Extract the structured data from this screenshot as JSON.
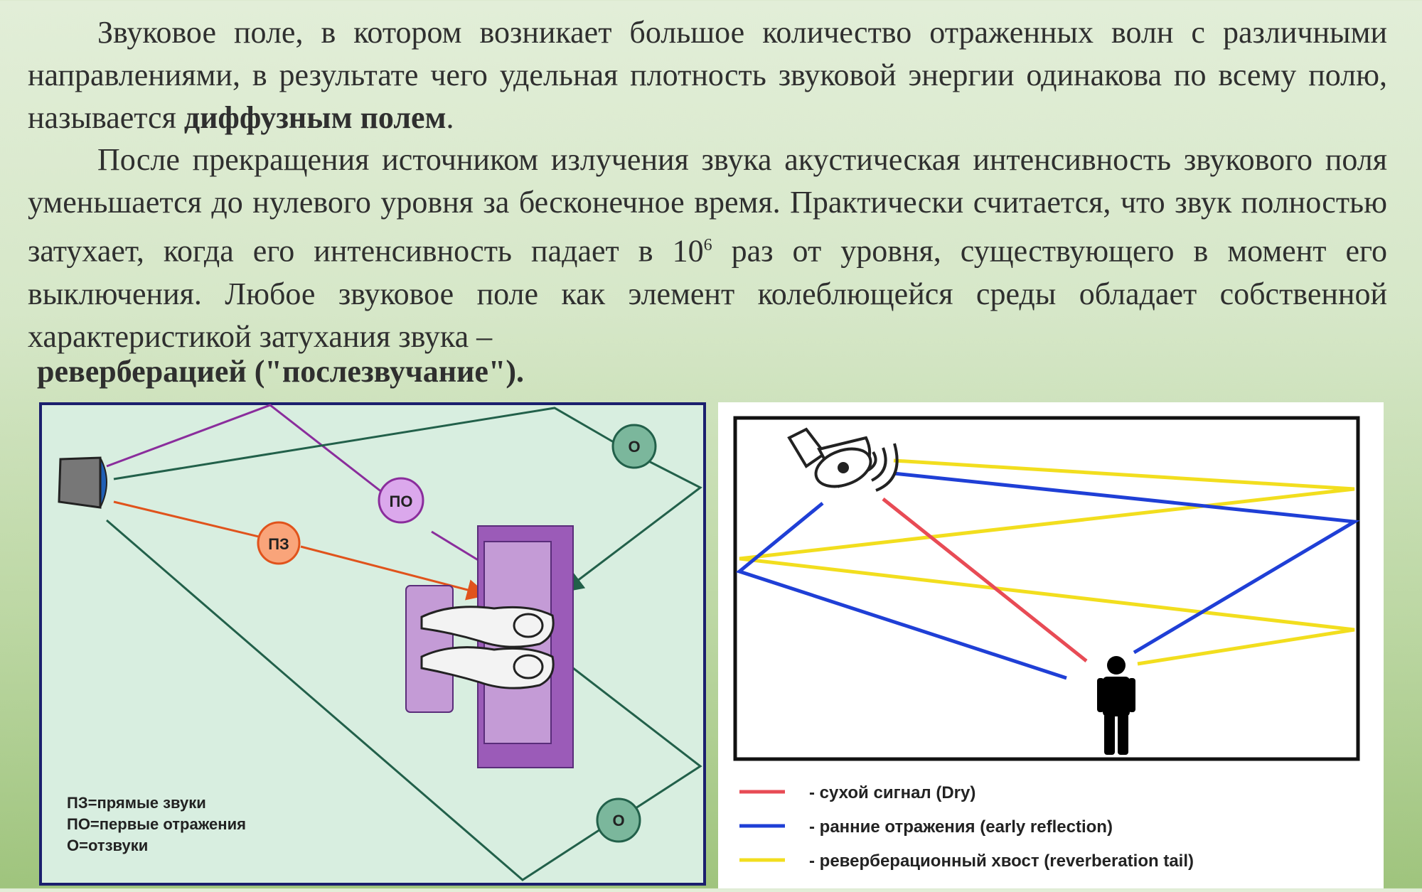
{
  "text": {
    "p1_a": "Звуковое поле, в котором возникает большое количество отраженных волн с различными направлениями, в результате чего удельная плотность звуковой энергии одинакова по всему полю, называется ",
    "p1_bold": "диффузным полем",
    "p1_end": ".",
    "p2_a": "После прекращения источником излучения звука акустическая интенсивность звукового поля уменьшается до нулевого уровня за бесконечное время. Практически считается, что звук полностью затухает, когда его интенсивность падает в 10",
    "p2_sup": "6",
    "p2_b": " раз от уровня, существующего в момент его выключения. Любое звуковое поле как элемент колеблющейся среды обладает собственной характеристикой затухания звука –",
    "p3_bold": "реверберацией (\"послезвучание\")."
  },
  "left_diagram": {
    "markers": {
      "direct": "ПЗ",
      "first_reflection": "ПО",
      "echo_top": "О",
      "echo_bottom": "О"
    },
    "legend": [
      "ПЗ=прямые звуки",
      "ПО=первые отражения",
      "О=отзвуки"
    ],
    "colors": {
      "background": "#d8eee0",
      "border": "#1b1f6e",
      "direct": "#e0531c",
      "first_reflection": "#8a2d9c",
      "echo": "#22604a",
      "sofa": "#9b5bb8",
      "sofa_light": "#c49bd6"
    }
  },
  "right_diagram": {
    "legend": [
      {
        "label": "- сухой сигнал (Dry)",
        "color": "#e84b55"
      },
      {
        "label": "- ранние отражения (early reflection)",
        "color": "#1f3fd6"
      },
      {
        "label": "- реверберационный хвост (reverberation tail)",
        "color": "#f2de1e"
      }
    ]
  }
}
